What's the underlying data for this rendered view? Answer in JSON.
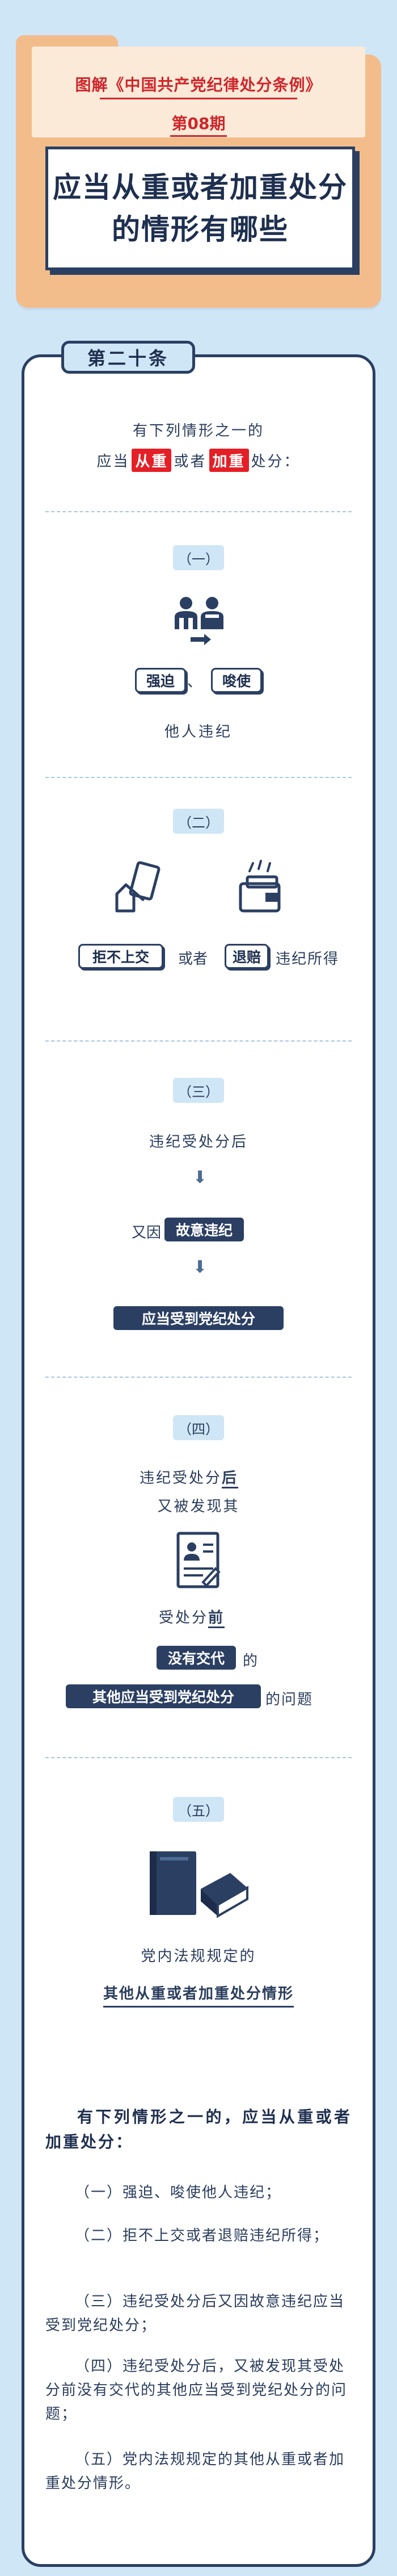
{
  "header": {
    "series": "图解《中国共产党纪律处分条例》",
    "issue": "第08期",
    "title_line1": "应当从重或者加重处分",
    "title_line2": "的情形有哪些"
  },
  "article": {
    "label": "第二十条"
  },
  "intro": {
    "line1": "有下列情形之一的",
    "prefix": "应当",
    "tag_heavy": "从重",
    "connector": "或者",
    "tag_aggravate": "加重",
    "suffix": "处分："
  },
  "sections": [
    {
      "number": "（一）",
      "badge1": "强迫",
      "sep": "、",
      "badge2": "唆使",
      "caption": "他人违纪",
      "icon": "two-people-icon"
    },
    {
      "number": "（二）",
      "badge1": "拒不上交",
      "connector": "或者",
      "badge2": "退赔",
      "suffix": "违纪所得",
      "icon_left": "hand-card-icon",
      "icon_right": "wallet-card-icon"
    },
    {
      "number": "（三）",
      "line1": "违纪受处分后",
      "prefix2": "又因",
      "tag2": "故意违纪",
      "tag3": "应当受到党纪处分"
    },
    {
      "number": "（四）",
      "line1_prefix": "违纪受处分",
      "line1_bold": "后",
      "line2": "又被发现其",
      "line3_prefix": "受处分",
      "line3_bold": "前",
      "tag1": "没有交代",
      "tag1_suffix": "的",
      "tag2": "其他应当受到党纪处分",
      "tag2_suffix": "的问题",
      "icon": "resume-document-icon"
    },
    {
      "number": "（五）",
      "line1": "党内法规规定的",
      "line2": "其他从重或者加重处分情形",
      "icon": "books-icon"
    }
  ],
  "summary": {
    "title": "有下列情形之一的，应当从重或者加重处分：",
    "items": [
      "（一）强迫、唆使他人违纪；",
      "（二）拒不上交或者退赔违纪所得；",
      "（三）违纪受处分后又因故意违纪应当受到党纪处分；",
      "（四）违纪受处分后，又被发现其受处分前没有交代的其他应当受到党纪处分的问题；",
      "（五）党内法规规定的其他从重或者加重处分情形。"
    ]
  },
  "colors": {
    "navy": "#2b3f63",
    "red": "#e41f26",
    "orange_folder": "#f2bd8b",
    "light_blue": "#cfe6f7"
  }
}
